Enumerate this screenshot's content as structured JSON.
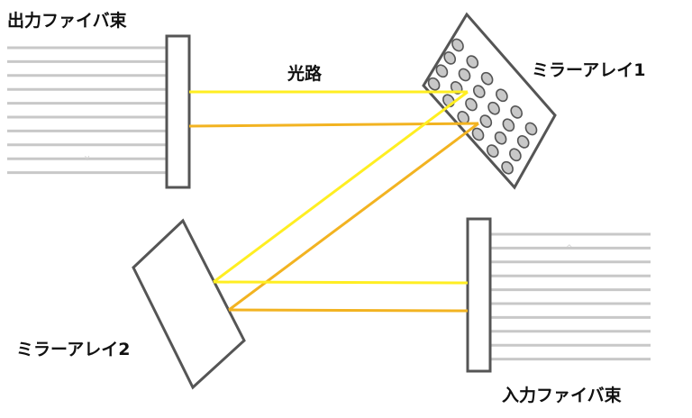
{
  "labels": {
    "output_fiber_bundle": "出力ファイバ束",
    "input_fiber_bundle": "入力ファイバ束",
    "optical_path": "光路",
    "mirror_array_1": "ミラーアレイ1",
    "mirror_array_2": "ミラーアレイ2",
    "output_fiber_mark": "v",
    "input_fiber_mark": "^"
  },
  "colors": {
    "beam_yellow": "#ffee22",
    "beam_orange": "#f2b321",
    "fiber": "#c8c8c8",
    "frame_stroke": "#555555",
    "mirror_cell": "#c8c8c8"
  },
  "output_fiber_count": 10,
  "input_fiber_count": 10,
  "mirror_array_1_rows": 4,
  "mirror_array_1_cols": 6
}
